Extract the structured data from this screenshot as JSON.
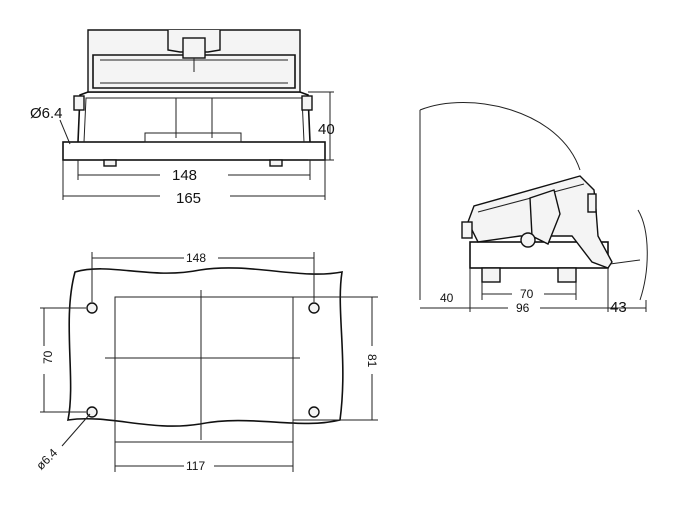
{
  "front_view": {
    "dim_hole": "Ø6.4",
    "dim_height": "40",
    "dim_inner_width": "148",
    "dim_outer_width": "165"
  },
  "bottom_view": {
    "dim_top": "148",
    "dim_left": "70",
    "dim_right": "81",
    "dim_bottom": "117",
    "dim_hole": "ø6.4"
  },
  "side_view": {
    "dim_left": "40",
    "dim_inner": "70",
    "dim_outer": "96",
    "dim_right": "43"
  }
}
